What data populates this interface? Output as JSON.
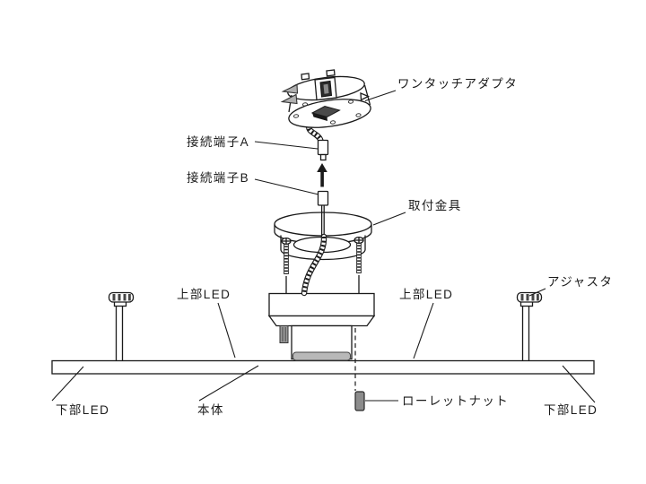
{
  "diagram": {
    "title": "LED ceiling light assembly diagram",
    "type": "exploded-assembly-line-drawing",
    "colors": {
      "line": "#1a1a1a",
      "background": "#ffffff",
      "gray_part": "#a8a8a8",
      "dark_slot": "#3d3d3d",
      "nut_gray": "#8c8c8c"
    },
    "labels": {
      "one_touch_adapter": "ワンタッチアダプタ",
      "terminal_a": "接続端子A",
      "terminal_b": "接続端子B",
      "mounting_bracket": "取付金具",
      "adjuster": "アジャスタ",
      "upper_led_left": "上部LED",
      "upper_led_right": "上部LED",
      "lower_led_left": "下部LED",
      "lower_led_right": "下部LED",
      "main_body": "本体",
      "knurled_nut": "ローレットナット"
    }
  }
}
